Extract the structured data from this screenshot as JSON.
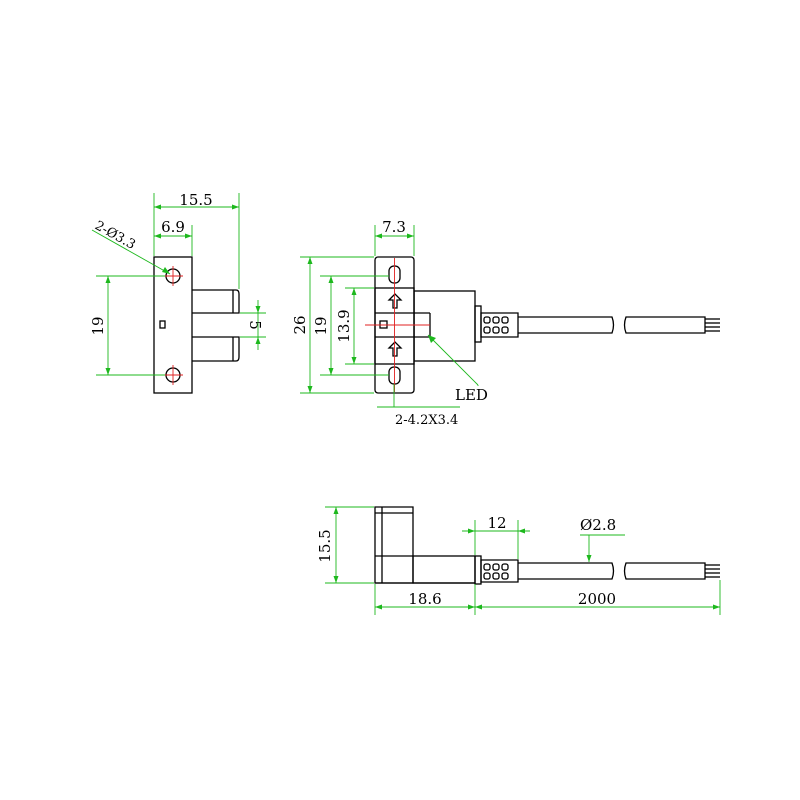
{
  "side_view": {
    "dim_width_total": "15.5",
    "dim_width_inner": "6.9",
    "dim_hole": "2-Ø3.3",
    "dim_height": "19",
    "dim_slot": "5"
  },
  "front_view": {
    "dim_width": "7.3",
    "dim_height_total": "26",
    "dim_height_holes": "19",
    "dim_height_window": "13.9",
    "led_label": "LED",
    "slot_label": "2-4.2X3.4"
  },
  "bottom_view": {
    "dim_height": "15.5",
    "dim_body_len": "18.6",
    "dim_boot_len": "12",
    "dim_cable_dia": "Ø2.8",
    "dim_cable_len": "2000"
  }
}
